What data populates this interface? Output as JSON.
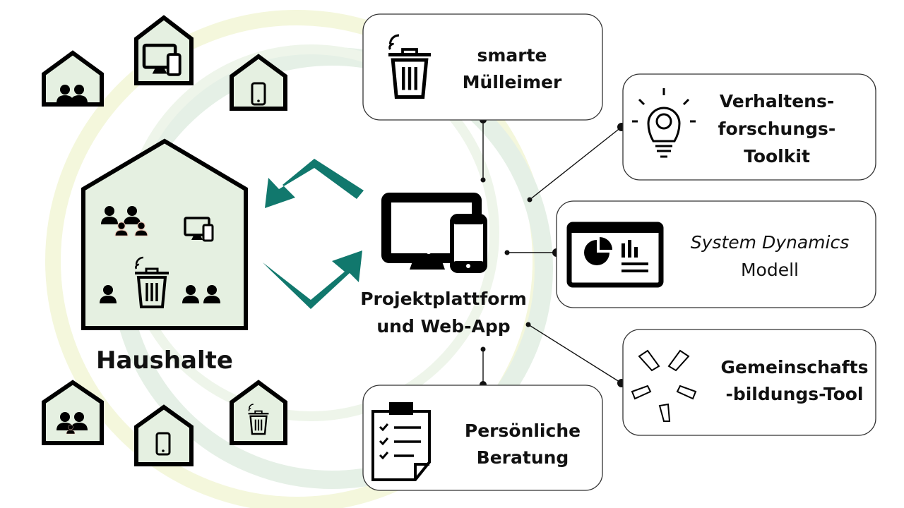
{
  "colors": {
    "accent": "#11786d",
    "house_fill": "#e5f0e1",
    "ring_green": "#e3efe4",
    "ring_yellow": "#f5f7dc"
  },
  "households": {
    "label": "Haushalte"
  },
  "platform": {
    "line1": "Projektplattform",
    "line2": "und Web-App"
  },
  "modules": [
    {
      "id": "smart-bin",
      "icon": "smart-trash-bin-icon",
      "lines": [
        "smarte",
        "Mülleimer"
      ]
    },
    {
      "id": "behavior-toolkit",
      "icon": "lightbulb-brain-icon",
      "lines": [
        "Verhaltens-",
        "forschungs-",
        "Toolkit"
      ]
    },
    {
      "id": "system-dynamics",
      "icon": "dashboard-chart-icon",
      "lines": [
        "System Dynamics",
        "Modell"
      ]
    },
    {
      "id": "community-tool",
      "icon": "hands-together-icon",
      "lines": [
        "Gemeinschafts",
        "-bildungs-Tool"
      ]
    },
    {
      "id": "consulting",
      "icon": "clipboard-checklist-icon",
      "lines": [
        "Persönliche",
        "Beratung"
      ]
    }
  ]
}
